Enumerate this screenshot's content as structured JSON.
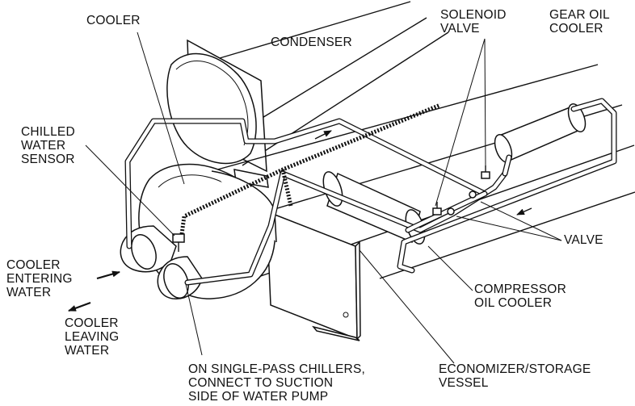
{
  "labels": {
    "cooler": "COOLER",
    "condenser": "CONDENSER",
    "solenoid_valve": [
      "SOLENOID",
      "VALVE"
    ],
    "gear_oil_cooler": [
      "GEAR OIL",
      "COOLER"
    ],
    "chilled_water_sensor": [
      "CHILLED",
      "WATER",
      "SENSOR"
    ],
    "cooler_entering_water": [
      "COOLER",
      "ENTERING",
      "WATER"
    ],
    "cooler_leaving_water": [
      "COOLER",
      "LEAVING",
      "WATER"
    ],
    "valve": "VALVE",
    "compressor_oil_cooler": [
      "COMPRESSOR",
      "OIL COOLER"
    ],
    "single_pass_note": [
      "ON SINGLE-PASS CHILLERS,",
      "CONNECT TO SUCTION",
      "SIDE OF WATER PUMP"
    ],
    "economizer_storage_vessel": [
      "ECONOMIZER/STORAGE",
      "VESSEL"
    ]
  }
}
